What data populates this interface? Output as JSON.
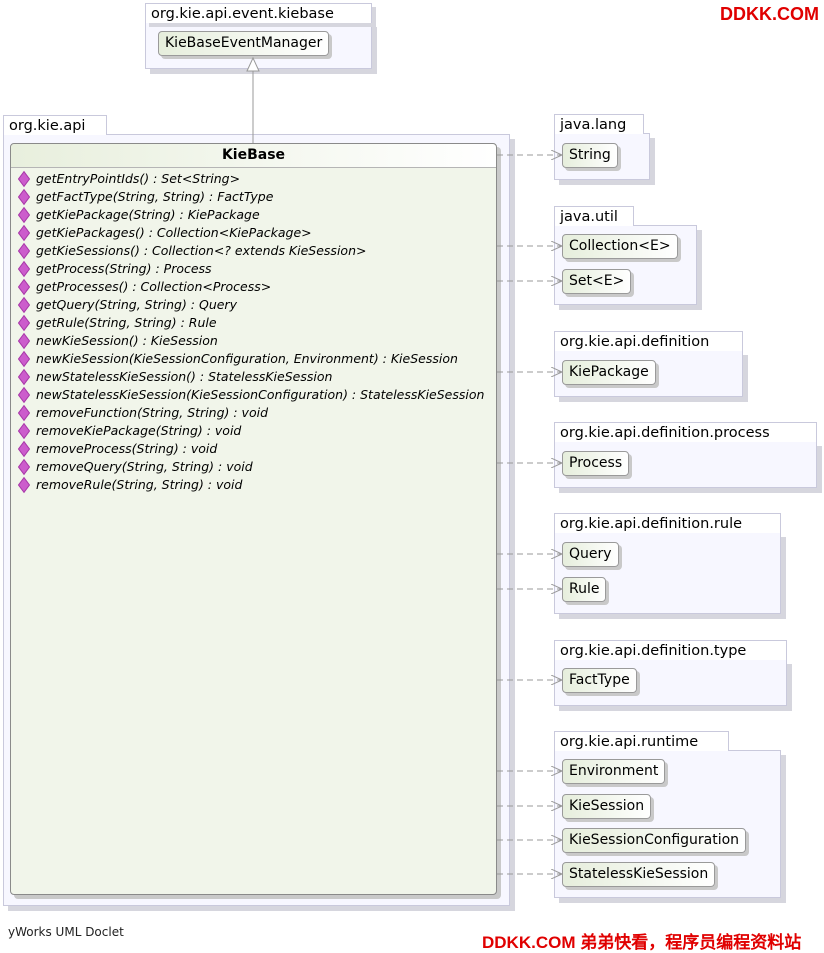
{
  "watermark_top": "DDKK.COM",
  "watermark_bottom": "DDKK.COM 弟弟快看，程序员编程资料站",
  "footer_credit": "yWorks UML Doclet",
  "packages": {
    "event_kiebase": {
      "name": "org.kie.api.event.kiebase",
      "classes": [
        "KieBaseEventManager"
      ]
    },
    "kie_api": {
      "name": "org.kie.api"
    },
    "java_lang": {
      "name": "java.lang",
      "classes": [
        "String"
      ]
    },
    "java_util": {
      "name": "java.util",
      "classes": [
        "Collection<E>",
        "Set<E>"
      ]
    },
    "definition": {
      "name": "org.kie.api.definition",
      "classes": [
        "KiePackage"
      ]
    },
    "definition_process": {
      "name": "org.kie.api.definition.process",
      "classes": [
        "Process"
      ]
    },
    "definition_rule": {
      "name": "org.kie.api.definition.rule",
      "classes": [
        "Query",
        "Rule"
      ]
    },
    "definition_type": {
      "name": "org.kie.api.definition.type",
      "classes": [
        "FactType"
      ]
    },
    "runtime": {
      "name": "org.kie.api.runtime",
      "classes": [
        "Environment",
        "KieSession",
        "KieSessionConfiguration",
        "StatelessKieSession"
      ]
    }
  },
  "kiebase": {
    "title": "KieBase",
    "methods": [
      "getEntryPointIds() : Set<String>",
      "getFactType(String, String) : FactType",
      "getKiePackage(String) : KiePackage",
      "getKiePackages() : Collection<KiePackage>",
      "getKieSessions() : Collection<? extends KieSession>",
      "getProcess(String) : Process",
      "getProcesses() : Collection<Process>",
      "getQuery(String, String) : Query",
      "getRule(String, String) : Rule",
      "newKieSession() : KieSession",
      "newKieSession(KieSessionConfiguration, Environment) : KieSession",
      "newStatelessKieSession() : StatelessKieSession",
      "newStatelessKieSession(KieSessionConfiguration) : StatelessKieSession",
      "removeFunction(String, String) : void",
      "removeKiePackage(String) : void",
      "removeProcess(String) : void",
      "removeQuery(String, String) : void",
      "removeRule(String, String) : void"
    ]
  },
  "colors": {
    "watermark": "#e00000",
    "package_fill": "#f7f7ff",
    "class_fill": "#f1f5ea",
    "method_icon": "#cc5ccc"
  }
}
